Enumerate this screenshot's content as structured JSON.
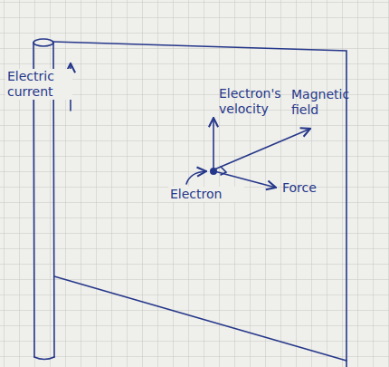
{
  "diagram": {
    "labels": [
      "Electric current",
      "Electron's velocity",
      "Magnetic field",
      "Electron",
      "Force"
    ]
  }
}
